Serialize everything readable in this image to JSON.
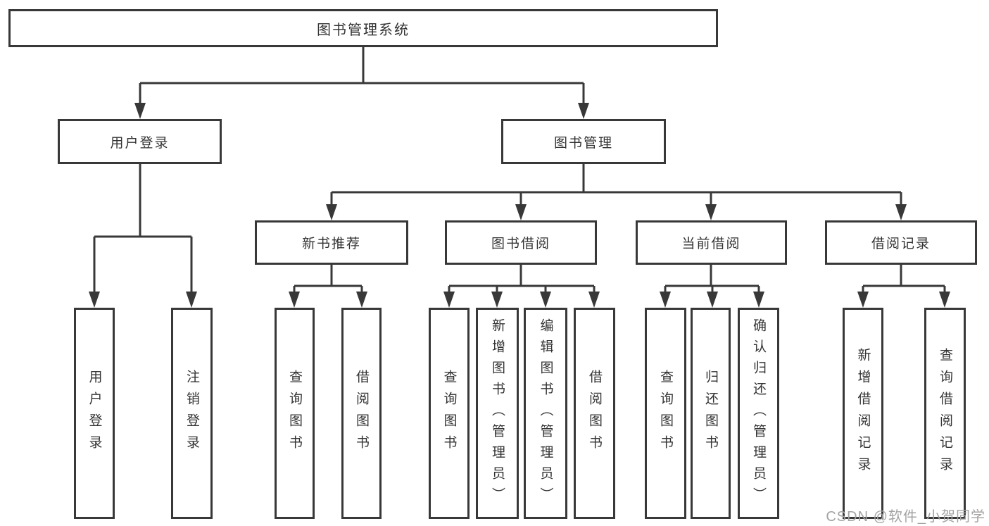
{
  "diagram_title": "图书管理系统",
  "watermark": "CSDN @软件_小贺同学",
  "colors": {
    "line": "#383838",
    "box_border": "#383838",
    "box_fill": "#ffffff",
    "text": "#333333",
    "background": "#ffffff",
    "watermark_text": "#a3a3a3"
  },
  "tree": {
    "root": {
      "label": "图书管理系统"
    },
    "branches": [
      {
        "label": "用户登录",
        "children": [
          {
            "label": "用户登录"
          },
          {
            "label": "注销登录"
          }
        ]
      },
      {
        "label": "图书管理",
        "children": [
          {
            "label": "新书推荐",
            "children": [
              {
                "label": "查询图书"
              },
              {
                "label": "借阅图书"
              }
            ]
          },
          {
            "label": "图书借阅",
            "children": [
              {
                "label": "查询图书"
              },
              {
                "label": "新增图书（管理员）"
              },
              {
                "label": "编辑图书（管理员）"
              },
              {
                "label": "借阅图书"
              }
            ]
          },
          {
            "label": "当前借阅",
            "children": [
              {
                "label": "查询图书"
              },
              {
                "label": "归还图书"
              },
              {
                "label": "确认归还（管理员）"
              }
            ]
          },
          {
            "label": "借阅记录",
            "children": [
              {
                "label": "新增借阅记录"
              },
              {
                "label": "查询借阅记录"
              }
            ]
          }
        ]
      }
    ]
  }
}
